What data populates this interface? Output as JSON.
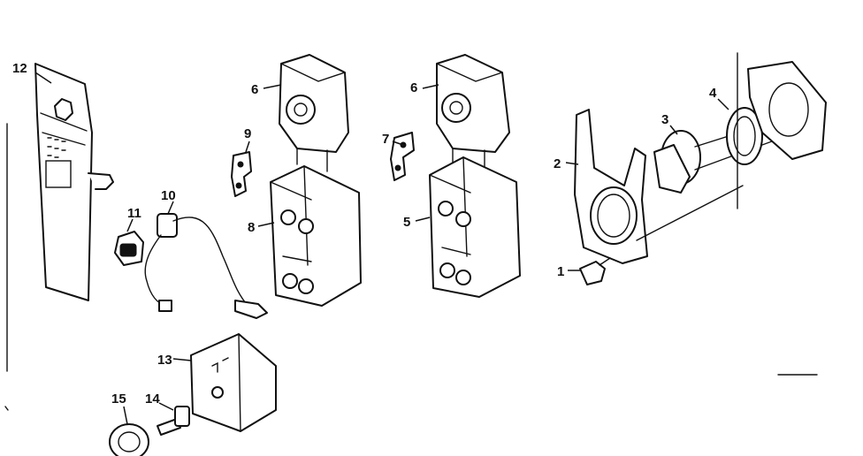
{
  "callouts": {
    "c1": "1",
    "c2": "2",
    "c3": "3",
    "c4": "4",
    "c5": "5",
    "c6a": "6",
    "c6b": "6",
    "c7": "7",
    "c8": "8",
    "c9": "9",
    "c10": "10",
    "c11": "11",
    "c12": "12",
    "c13": "13",
    "c14": "14",
    "c15": "15"
  },
  "colors": {
    "ink": "#111111",
    "paper": "#ffffff"
  }
}
